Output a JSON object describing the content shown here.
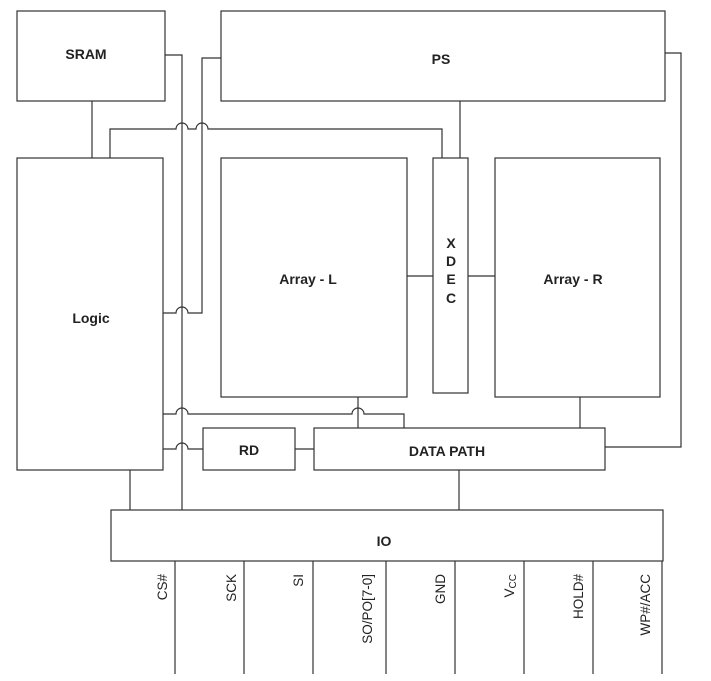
{
  "diagram": {
    "blocks": {
      "sram": "SRAM",
      "ps": "PS",
      "logic": "Logic",
      "array_l": "Array - L",
      "xdec": [
        "X",
        "D",
        "E",
        "C"
      ],
      "array_r": "Array - R",
      "rd": "RD",
      "data_path": "DATA PATH",
      "io": "IO"
    },
    "pins": [
      "CS#",
      "SCK",
      "SI",
      "SO/PO[7-0]",
      "GND",
      "VCC",
      "HOLD#",
      "WP#/ACC"
    ],
    "vcc": {
      "main": "V",
      "sub": "CC"
    }
  },
  "colors": {
    "line": "#333333",
    "text": "#222222",
    "background": "#ffffff"
  }
}
